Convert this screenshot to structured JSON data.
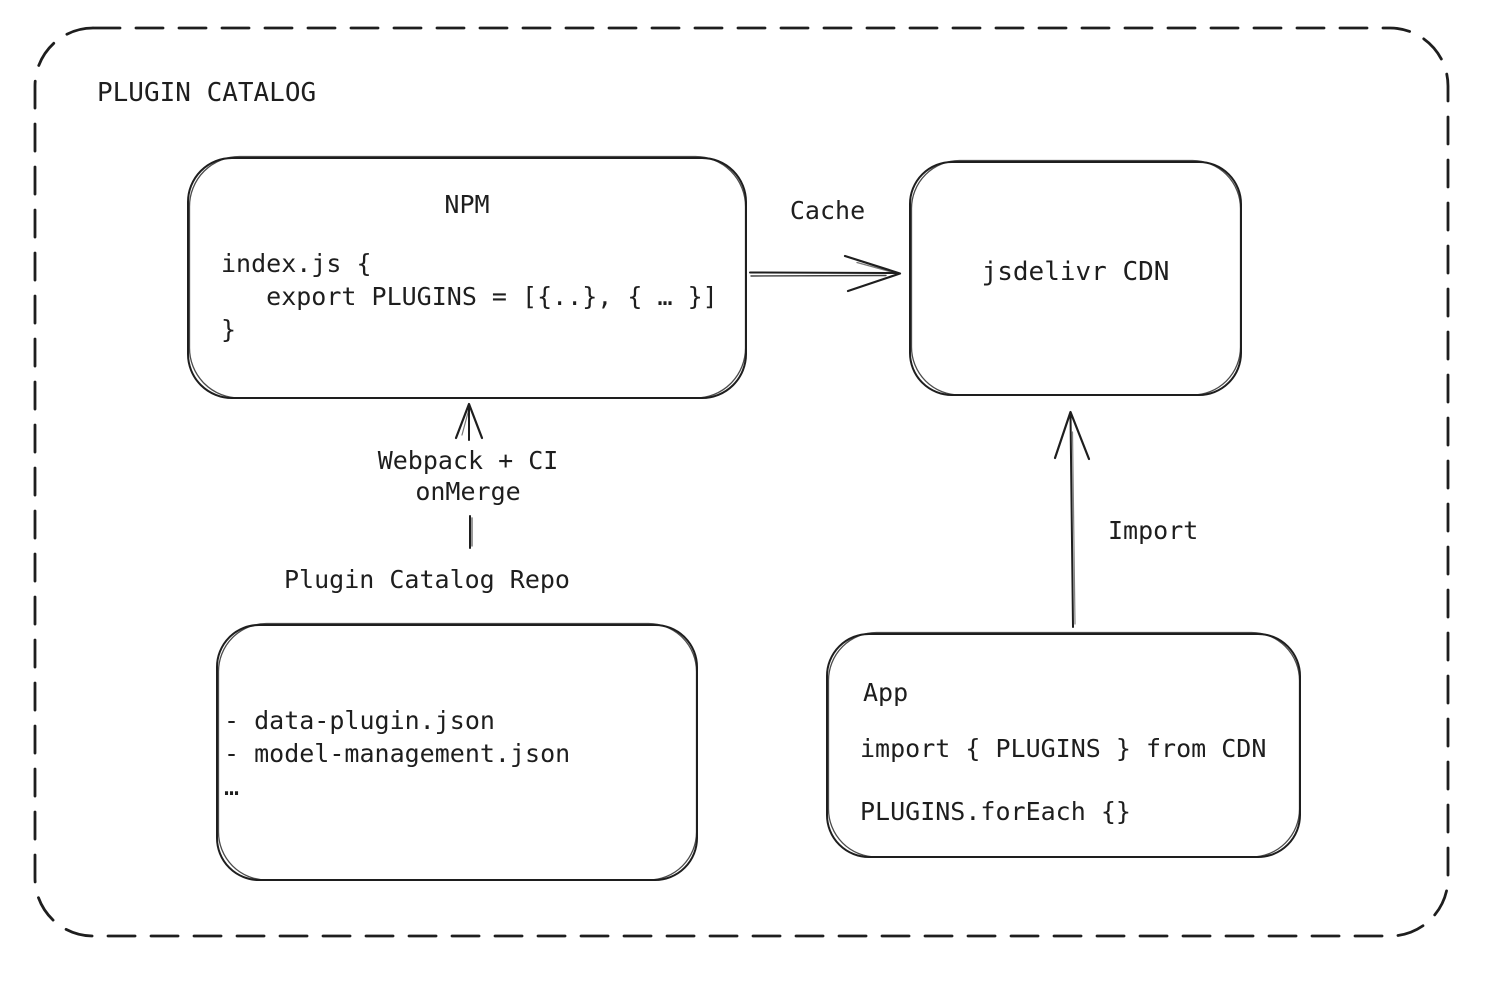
{
  "diagram": {
    "title": "PLUGIN CATALOG",
    "colors": {
      "stroke": "#1e1e1e",
      "background": "#ffffff"
    },
    "nodes": {
      "npm": {
        "title": "NPM",
        "code": "index.js {\n   export PLUGINS = [{..}, { … }]\n}"
      },
      "cdn": {
        "title": "jsdelivr CDN"
      },
      "repo": {
        "title": "Plugin Catalog Repo",
        "files": "- data-plugin.json\n- model-management.json\n…"
      },
      "app": {
        "title": "App",
        "code": "import { PLUGINS } from CDN\n\nPLUGINS.forEach {}"
      }
    },
    "edges": {
      "cache": {
        "label": "Cache",
        "from": "NPM",
        "to": "jsdelivr CDN"
      },
      "build": {
        "label": "Webpack + CI\nonMerge",
        "from": "Plugin Catalog Repo",
        "to": "NPM"
      },
      "import": {
        "label": "Import",
        "from": "App",
        "to": "jsdelivr CDN"
      }
    }
  }
}
